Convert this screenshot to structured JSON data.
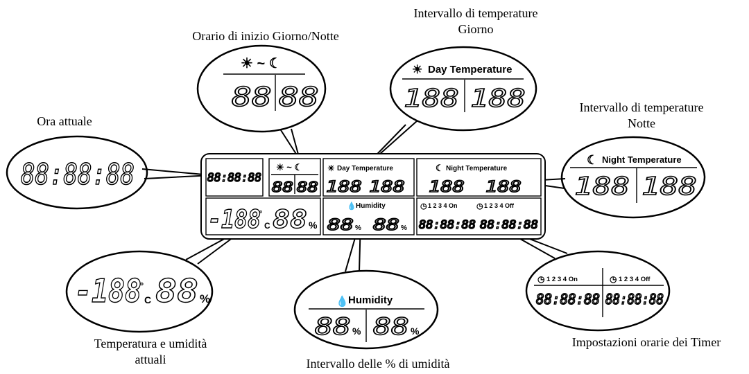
{
  "captions": {
    "day_night_start": "Orario di inizio Giorno/Notte",
    "day_temp_range_1": "Intervallo di temperature",
    "day_temp_range_2": "Giorno",
    "night_temp_range_1": "Intervallo di temperature",
    "night_temp_range_2": "Notte",
    "current_time": "Ora attuale",
    "current_temp_hum_1": "Temperatura e umidità",
    "current_temp_hum_2": "attuali",
    "humidity_range": "Intervallo delle % di umidità",
    "timer_settings": "Impostazioni orarie dei Timer"
  },
  "panel": {
    "clock": "88:88:88",
    "sun_moon": "☀ ~ ☾",
    "day_night_digits_a": "88",
    "day_night_digits_b": "88",
    "day_temperature_label": "Day Temperature",
    "night_temperature_label": "Night Temperature",
    "temp_digits": "188",
    "humidity_label": "Humidity",
    "humidity_digits": "88",
    "percent": "%",
    "celsius": "°",
    "celsius_sub": "C",
    "timer_on_label": "1 2 3 4 On",
    "timer_off_label": "1 2 3 4 Off",
    "current_temp": "-188",
    "current_hum": "88"
  },
  "icons": [
    "sun-icon",
    "moon-icon",
    "drop-icon",
    "clock-icon"
  ]
}
